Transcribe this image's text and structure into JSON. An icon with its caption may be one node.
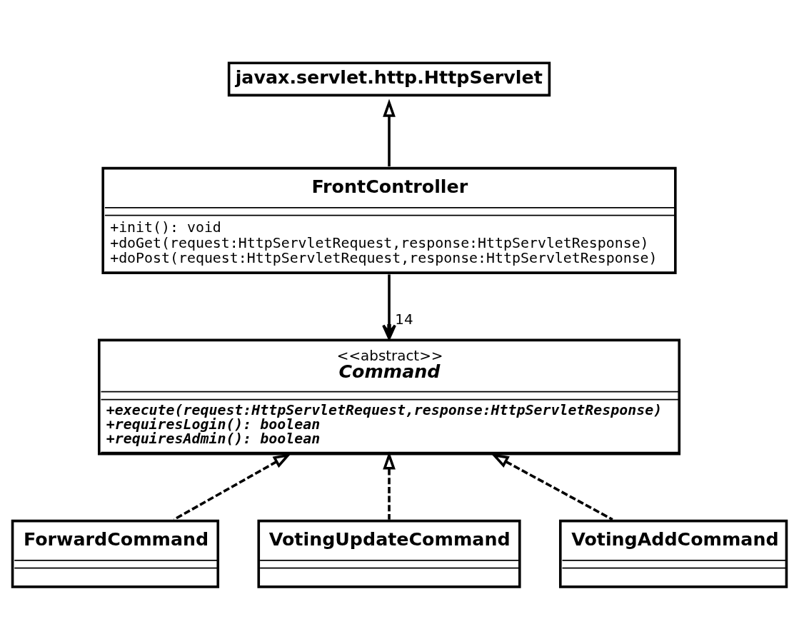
{
  "diagram": {
    "nodes": [
      {
        "text": [
          "javax.servlet.http.HttpServlet"
        ]
      },
      {
        "text": [
          "FrontController",
          "+init(): void",
          "+doGet(request:HttpServletRequest,response:HttpServletResponse)",
          "+doPost(request:HttpServletRequest,response:HttpServletResponse)"
        ]
      },
      {
        "text": [
          "<<abstract>>",
          "Command",
          "+execute(request:HttpServletRequest,response:HttpServletResponse)",
          "+requiresLogin(): boolean",
          "+requiresAdmin(): boolean"
        ]
      },
      {
        "text": [
          "ForwardCommand"
        ]
      },
      {
        "text": [
          "VotingUpdateCommand"
        ]
      },
      {
        "text": [
          "VotingAddCommand"
        ]
      }
    ],
    "edges": [
      {
        "from": 1,
        "to": 0,
        "arrow": "to"
      },
      {
        "from": 1,
        "to": 2,
        "arrow": "to",
        "label": "14"
      },
      {
        "from": 3,
        "to": 2,
        "arrow": "to",
        "style": "dashed"
      },
      {
        "from": 4,
        "to": 2,
        "arrow": "to",
        "style": "dashed"
      },
      {
        "from": 5,
        "to": 2,
        "arrow": "to",
        "style": "dashed"
      }
    ]
  }
}
